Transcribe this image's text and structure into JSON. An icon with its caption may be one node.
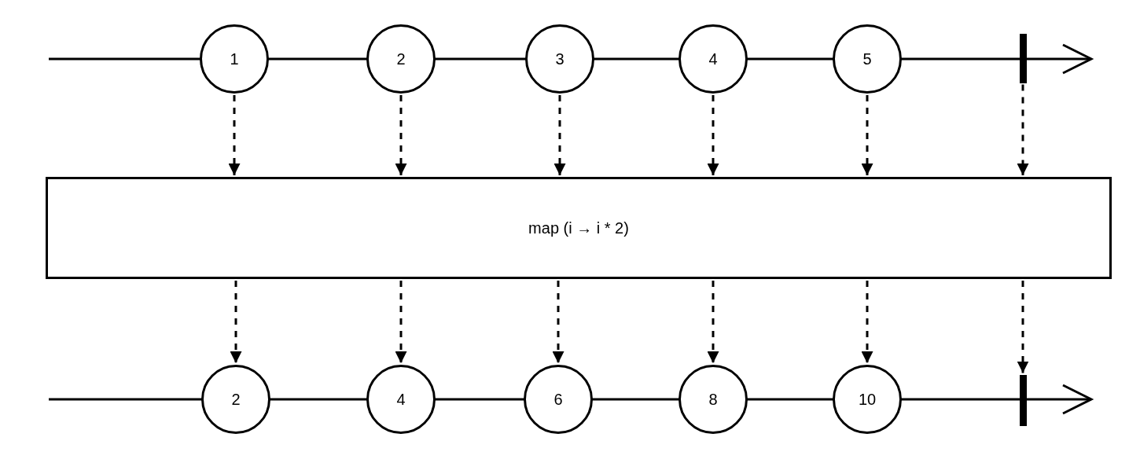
{
  "diagram": {
    "nodes": [
      {
        "text": [
          "1"
        ]
      },
      {
        "text": [
          "2"
        ]
      },
      {
        "text": [
          "3"
        ]
      },
      {
        "text": [
          "4"
        ]
      },
      {
        "text": [
          "5"
        ]
      },
      {
        "text": [],
        "shape": "bar"
      },
      {
        "text": [
          "map (i → i * 2)"
        ]
      },
      {
        "text": [
          "2"
        ]
      },
      {
        "text": [
          "4"
        ]
      },
      {
        "text": [
          "6"
        ]
      },
      {
        "text": [
          "8"
        ]
      },
      {
        "text": [
          "10"
        ]
      },
      {
        "text": [],
        "shape": "bar"
      }
    ],
    "edges": [
      {
        "from": 0,
        "to": 6,
        "arrow": "to",
        "style": "dashed"
      },
      {
        "from": 1,
        "to": 6,
        "arrow": "to",
        "style": "dashed"
      },
      {
        "from": 2,
        "to": 6,
        "arrow": "to",
        "style": "dashed"
      },
      {
        "from": 3,
        "to": 6,
        "arrow": "to",
        "style": "dashed"
      },
      {
        "from": 4,
        "to": 6,
        "arrow": "to",
        "style": "dashed"
      },
      {
        "from": 5,
        "to": 6,
        "arrow": "to",
        "style": "dashed"
      },
      {
        "from": 6,
        "to": 7,
        "arrow": "to",
        "style": "dashed"
      },
      {
        "from": 6,
        "to": 8,
        "arrow": "to",
        "style": "dashed"
      },
      {
        "from": 6,
        "to": 9,
        "arrow": "to",
        "style": "dashed"
      },
      {
        "from": 6,
        "to": 10,
        "arrow": "to",
        "style": "dashed"
      },
      {
        "from": 6,
        "to": 11,
        "arrow": "to",
        "style": "dashed"
      },
      {
        "from": 6,
        "to": 12,
        "arrow": "to",
        "style": "dashed"
      }
    ]
  }
}
